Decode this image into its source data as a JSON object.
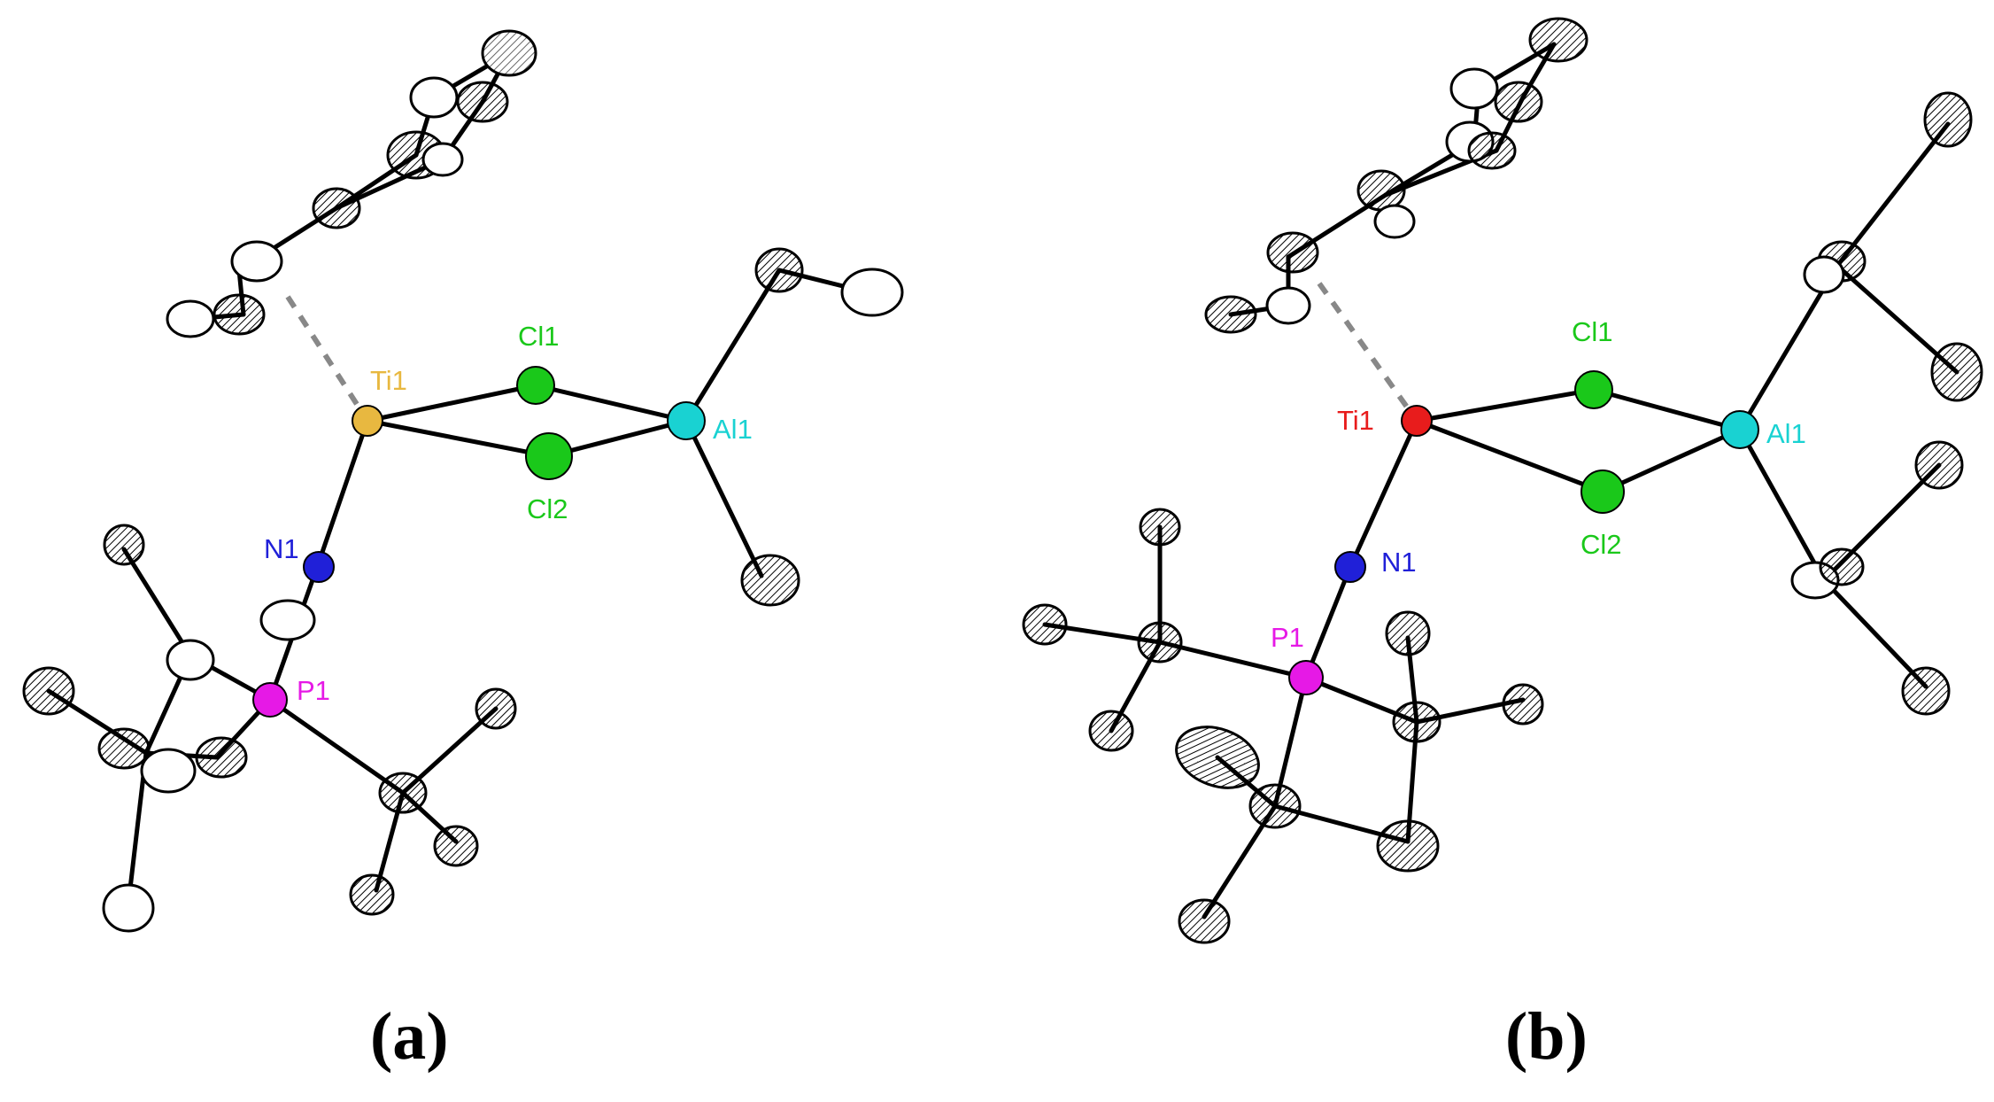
{
  "panels": [
    {
      "caption": "(a)",
      "labels": {
        "ti": "Ti1",
        "cl1": "Cl1",
        "cl2": "Cl2",
        "al": "Al1",
        "n": "N1",
        "p": "P1"
      },
      "ti_color": "#e8b840"
    },
    {
      "caption": "(b)",
      "labels": {
        "ti": "Ti1",
        "cl1": "Cl1",
        "cl2": "Cl2",
        "al": "Al1",
        "n": "N1",
        "p": "P1"
      },
      "ti_color": "#e81c1c"
    }
  ],
  "colors": {
    "cl": "#1ac81a",
    "al": "#19d2d2",
    "n": "#2020d8",
    "p": "#e619e6",
    "carbon": "#ffffff"
  }
}
